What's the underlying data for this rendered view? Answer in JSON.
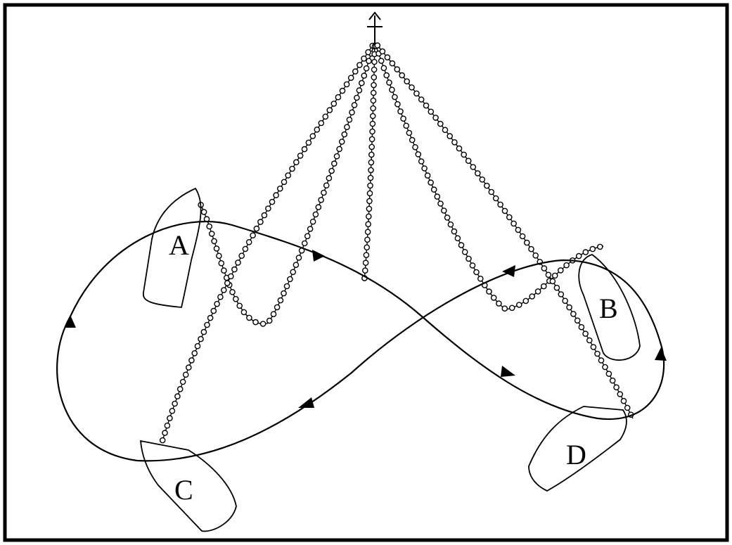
{
  "diagram": {
    "boats": [
      {
        "id": "A",
        "label": "A"
      },
      {
        "id": "B",
        "label": "B"
      },
      {
        "id": "C",
        "label": "C"
      },
      {
        "id": "D",
        "label": "D"
      }
    ],
    "anchor": {
      "icon": "anchor-icon"
    },
    "legend": "none"
  }
}
